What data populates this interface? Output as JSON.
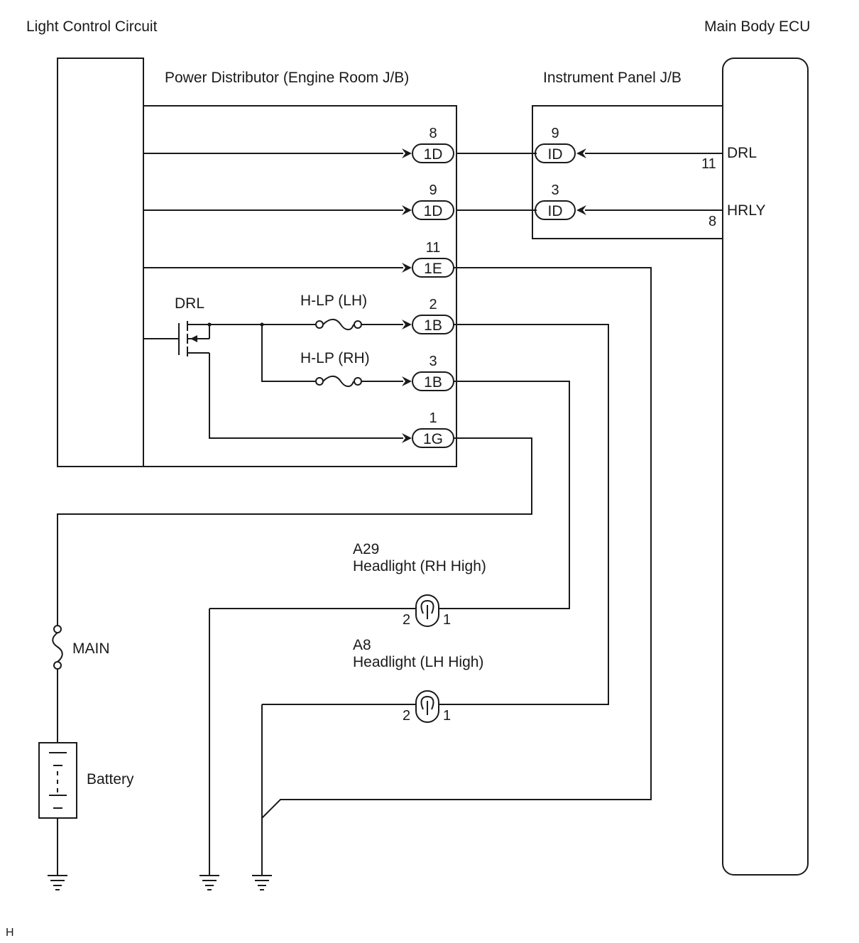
{
  "title": "Light Control Circuit",
  "ecu_label": "Main Body ECU",
  "power_distributor_label": "Power Distributor (Engine Room J/B)",
  "instrument_panel_label": "Instrument Panel J/B",
  "ecu_pins": [
    {
      "name": "DRL",
      "pin": "11"
    },
    {
      "name": "HRLY",
      "pin": "8"
    }
  ],
  "ipjb_connectors": [
    {
      "pin": "9",
      "conn": "ID"
    },
    {
      "pin": "3",
      "conn": "ID"
    }
  ],
  "pd_connectors": [
    {
      "pin": "8",
      "conn": "1D"
    },
    {
      "pin": "9",
      "conn": "1D"
    },
    {
      "pin": "11",
      "conn": "1E"
    },
    {
      "pin": "2",
      "conn": "1B"
    },
    {
      "pin": "3",
      "conn": "1B"
    },
    {
      "pin": "1",
      "conn": "1G"
    }
  ],
  "relay_label": "DRL",
  "fuses": {
    "lh": "H-LP (LH)",
    "rh": "H-LP (RH)",
    "main": "MAIN"
  },
  "headlights": [
    {
      "code": "A29",
      "name": "Headlight (RH High)",
      "pin_left": "2",
      "pin_right": "1"
    },
    {
      "code": "A8",
      "name": "Headlight (LH High)",
      "pin_left": "2",
      "pin_right": "1"
    }
  ],
  "battery_label": "Battery",
  "footer_mark": "H"
}
